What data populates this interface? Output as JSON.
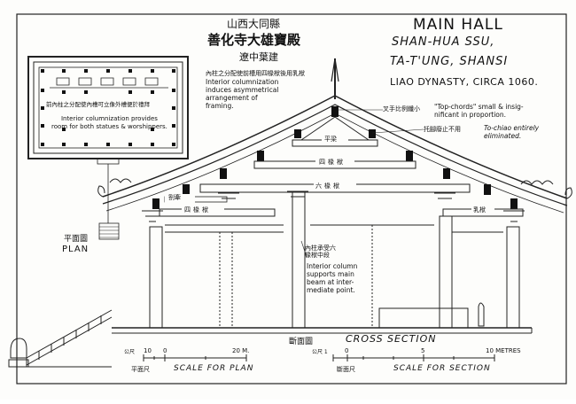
{
  "title": {
    "main": "MAIN HALL",
    "line1": "SHAN-HUA SSU,",
    "line2": "TA-T'UNG, SHANSI",
    "line3": "LIAO DYNASTY, CIRCA 1060."
  },
  "chinese_title": {
    "line1": "山西大同縣",
    "line2": "善化寺大雄寶殿",
    "line3": "遼中葉建"
  },
  "notes": {
    "asym_cn": "內柱之分配使前槽用四椽栿後用乳栿",
    "asym_en": [
      "Interior columnization",
      "induces asymmetrical",
      "arrangement of",
      "framing."
    ],
    "topchords_cn": "叉手比例纖小",
    "topchords_en": [
      "\"Top-chords\" small & insig-",
      "nificant in proportion."
    ],
    "tochiao_cn": "托腳廢止不用",
    "tochiao_en": [
      "To-chiao entirely",
      "eliminated."
    ],
    "interior_cn": [
      "內柱承受六",
      "椽栿中段"
    ],
    "interior_en": [
      "Interior column",
      "supports main",
      "beam at inter-",
      "mediate point."
    ],
    "plan_cn": "前內柱之分配使內槽可立像外槽便於禮拜",
    "plan_en": [
      "Interior columnization provides",
      "room for both statues & worshippers."
    ]
  },
  "beams": {
    "pingliang": "平梁",
    "sichuan": "四椽栿",
    "liuchuan": "六椽栿",
    "ruchuan": "乳栿",
    "sichuan_lower": "四椽栿",
    "zhafu": "劄牽"
  },
  "labels": {
    "plan_cn": "平面圖",
    "plan_en": "PLAN",
    "section_cn": "斷面圖",
    "section_en": "CROSS SECTION"
  },
  "scale_plan": {
    "ticks": [
      "10",
      "0",
      "20 M."
    ],
    "left_mark": "公尺",
    "cn": "平面尺",
    "en": "SCALE FOR PLAN"
  },
  "scale_section": {
    "ticks": [
      "0",
      "5",
      "10 METRES"
    ],
    "left_mark": "公尺 1",
    "cn": "斷面尺",
    "en": "SCALE FOR SECTION"
  }
}
